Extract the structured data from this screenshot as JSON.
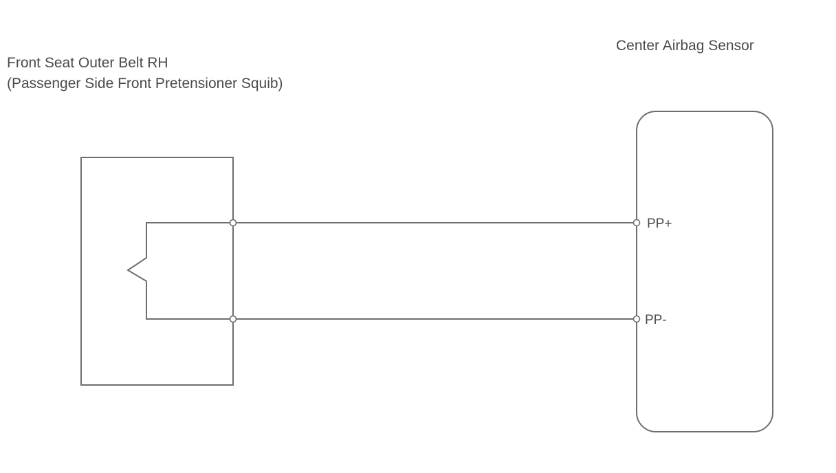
{
  "components": {
    "squib": {
      "title_line1": "Front Seat Outer Belt RH",
      "title_line2": "(Passenger Side Front Pretensioner Squib)"
    },
    "sensor": {
      "title": "Center Airbag Sensor",
      "pins": {
        "positive": "PP+",
        "negative": "PP-"
      }
    }
  },
  "colors": {
    "line": "#6e6e6e",
    "text": "#4a4a4a",
    "background": "#ffffff"
  }
}
